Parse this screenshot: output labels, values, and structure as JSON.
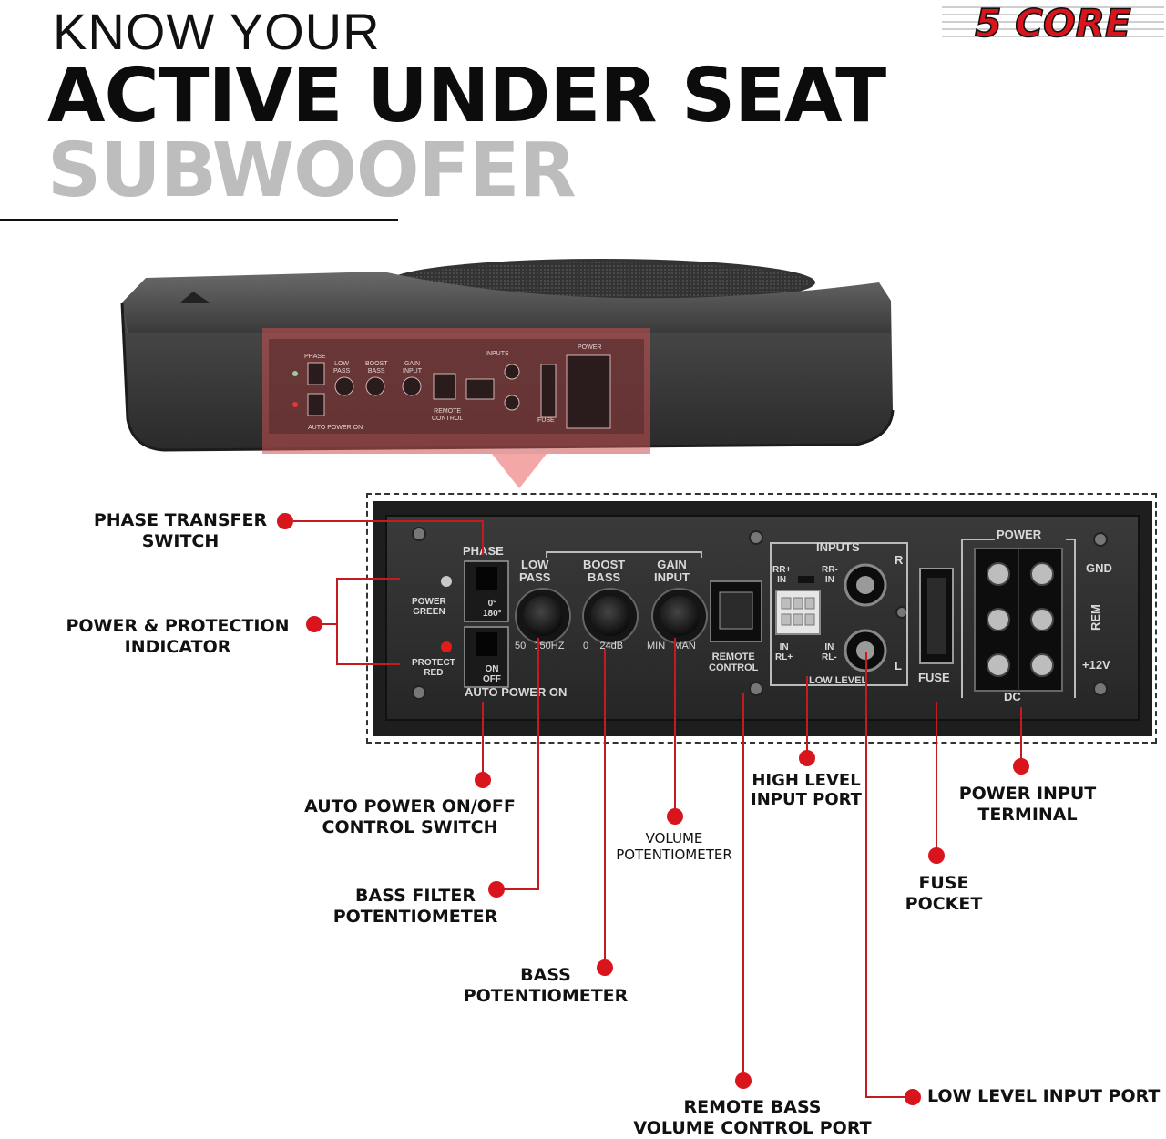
{
  "heading": {
    "line1": "KNOW YOUR",
    "line2": "ACTIVE UNDER SEAT",
    "line3": "SUBWOOFER"
  },
  "brand": {
    "logo_text": "5 CORE",
    "color": "#d8141c"
  },
  "colors": {
    "accent": "#d8141c",
    "panel": "#2e2e2e",
    "highlight": "#c85050"
  },
  "panel": {
    "phase": "PHASE",
    "low_pass": "LOW\nPASS",
    "boost_bass": "BOOST\nBASS",
    "gain_input": "GAIN\nINPUT",
    "power_green": "POWER\nGREEN",
    "protect_red": "PROTECT\nRED",
    "phase_values": "0°\n180°",
    "onoff_values": "ON\nOFF",
    "low_pass_range": "50   150HZ",
    "boost_range": "0    24dB",
    "gain_range": "MIN   MAN",
    "auto_power_on": "AUTO POWER ON",
    "remote_control": "REMOTE\nCONTROL",
    "inputs": "INPUTS",
    "rr_plus_in": "RR+\nIN",
    "rr_minus_in": "RR-\nIN",
    "in_rl_plus": "IN\nRL+",
    "in_rl_minus": "IN\nRL-",
    "r": "R",
    "l": "L",
    "low_level": "LOW LEVEL",
    "fuse": "FUSE",
    "power": "POWER",
    "dc": "DC",
    "gnd": "GND",
    "rem": "REM",
    "plus12v": "+12V"
  },
  "callouts": {
    "phase_transfer": "PHASE TRANSFER\nSWITCH",
    "power_protection": "POWER & PROTECTION\nINDICATOR",
    "auto_power": "AUTO POWER ON/OFF\nCONTROL SWITCH",
    "bass_filter": "BASS FILTER\nPOTENTIOMETER",
    "bass_pot": "BASS\nPOTENTIOMETER",
    "volume_pot": "VOLUME\nPOTENTIOMETER",
    "remote_bass": "REMOTE BASS\nVOLUME CONTROL PORT",
    "high_level": "HIGH LEVEL\nINPUT PORT",
    "fuse_pocket": "FUSE\nPOCKET",
    "power_input": "POWER INPUT\nTERMINAL",
    "low_level_port": "LOW LEVEL INPUT PORT"
  }
}
